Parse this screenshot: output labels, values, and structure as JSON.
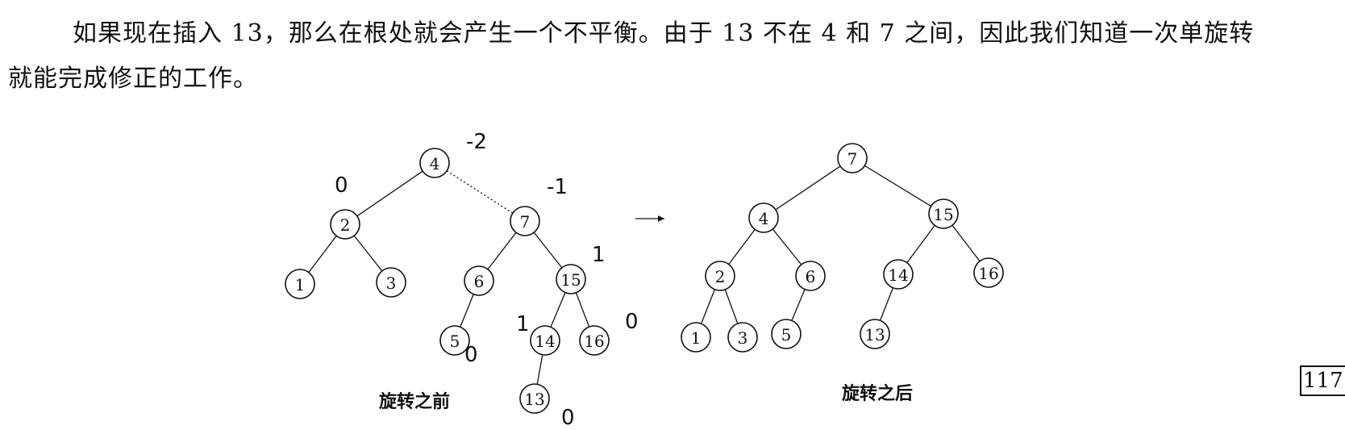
{
  "text": {
    "paragraph": "如果现在插入 13，那么在根处就会产生一个不平衡。由于 13 不在 4 和 7 之间，因此我们知道一次单旋转就能完成修正的工作。",
    "caption_before": "旋转之前",
    "caption_after": "旋转之后",
    "page_number": "117",
    "arrow": "→"
  },
  "tree_before": {
    "nodes": [
      "4",
      "2",
      "7",
      "1",
      "3",
      "6",
      "15",
      "5",
      "14",
      "16",
      "13"
    ],
    "edges": [
      [
        "4",
        "2"
      ],
      [
        "4",
        "7"
      ],
      [
        "2",
        "1"
      ],
      [
        "2",
        "3"
      ],
      [
        "7",
        "6"
      ],
      [
        "7",
        "15"
      ],
      [
        "6",
        "5"
      ],
      [
        "15",
        "14"
      ],
      [
        "15",
        "16"
      ],
      [
        "14",
        "13"
      ]
    ]
  },
  "tree_after": {
    "nodes": [
      "7",
      "4",
      "15",
      "2",
      "6",
      "14",
      "16",
      "1",
      "3",
      "5",
      "13"
    ],
    "edges": [
      [
        "7",
        "4"
      ],
      [
        "7",
        "15"
      ],
      [
        "4",
        "2"
      ],
      [
        "4",
        "6"
      ],
      [
        "15",
        "14"
      ],
      [
        "15",
        "16"
      ],
      [
        "2",
        "1"
      ],
      [
        "2",
        "3"
      ],
      [
        "6",
        "5"
      ],
      [
        "14",
        "13"
      ]
    ]
  },
  "annotations": [
    "-2",
    "0",
    "-1",
    "1",
    "0",
    "1",
    "0",
    "0"
  ]
}
